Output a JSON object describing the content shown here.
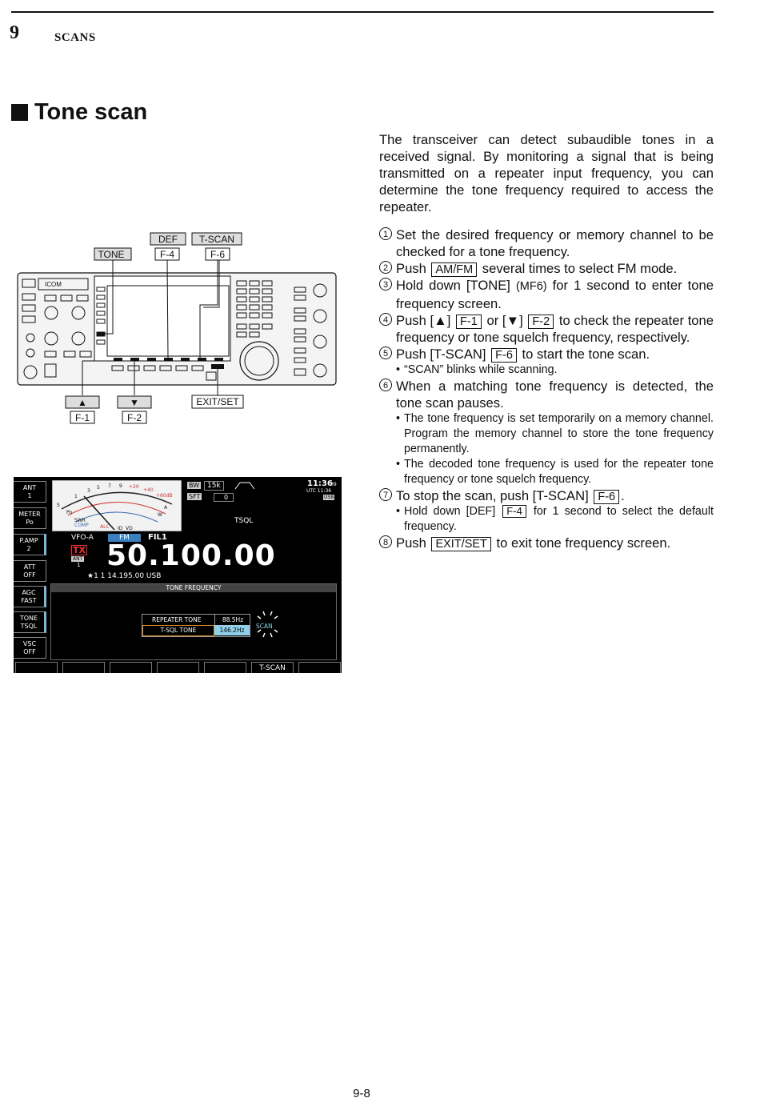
{
  "header": {
    "chapter_number": "9",
    "chapter_title": "SCANS"
  },
  "section": {
    "title": "Tone scan"
  },
  "intro": "The transceiver can detect subaudible tones in a received signal. By monitoring a signal that is being transmitted on a repeater input frequency, you can determine the tone frequency required to access the repeater.",
  "steps": {
    "s1": {
      "num": "1",
      "text": "Set the desired frequency or memory channel to be checked for a tone frequency."
    },
    "s2": {
      "num": "2",
      "a": "Push",
      "key": "AM/FM",
      "b": "several times to select FM mode."
    },
    "s3": {
      "num": "3",
      "a": "Hold down [TONE]",
      "small": "(MF6)",
      "b": "for 1 second to enter tone frequency screen."
    },
    "s4": {
      "num": "4",
      "a": "Push [▲]",
      "key1": "F-1",
      "mid": "or [▼]",
      "key2": "F-2",
      "b": "to check the repeater tone frequency or tone squelch frequency, respectively."
    },
    "s5": {
      "num": "5",
      "a": "Push [T-SCAN]",
      "key": "F-6",
      "b": "to start the tone scan."
    },
    "s5_note": "“SCAN” blinks while scanning.",
    "s6": {
      "num": "6",
      "text": "When a matching tone frequency is detected, the tone scan pauses."
    },
    "s6_note1": "The tone frequency is set temporarily on a memory channel. Program the memory channel to store the tone frequency permanently.",
    "s6_note2": "The decoded tone frequency is used for the repeater tone frequency or tone squelch frequency.",
    "s7": {
      "num": "7",
      "a": "To stop the scan, push [T-SCAN]",
      "key": "F-6",
      "b": "."
    },
    "s7_note": {
      "a": "Hold down [DEF]",
      "key": "F-4",
      "b": "for 1 second to select the default frequency."
    },
    "s8": {
      "num": "8",
      "a": "Push",
      "key": "EXIT/SET",
      "b": "to exit tone frequency screen."
    }
  },
  "diagram": {
    "callouts": {
      "def": "DEF",
      "f4": "F-4",
      "tscan": "T-SCAN",
      "f6": "F-6",
      "tone": "TONE",
      "up": "▲",
      "f1": "F-1",
      "down": "▼",
      "f2": "F-2",
      "exitset": "EXIT/SET"
    },
    "brand": "ICOM"
  },
  "lcd": {
    "side": [
      {
        "l1": "ANT",
        "l2": "1"
      },
      {
        "l1": "METER",
        "l2": "Po"
      },
      {
        "l1": "P.AMP",
        "l2": "2"
      },
      {
        "l1": "ATT",
        "l2": "OFF"
      },
      {
        "l1": "AGC",
        "l2": "FAST"
      },
      {
        "l1": "TONE",
        "l2": "TSQL"
      },
      {
        "l1": "VSC",
        "l2": "OFF"
      }
    ],
    "bw_label": "BW",
    "bw_value": "15k",
    "sft_label": "SFT",
    "sft_value": "0",
    "clock": "11:36",
    "clock_sec": "09",
    "utc": "UTC 11:36",
    "usb_badge": "USB",
    "tsql": "TSQL",
    "vfo": "VFO-A",
    "mode": "FM",
    "fil": "FIL1",
    "tx": "TX",
    "ant_label": "ANT",
    "ant_num": "1",
    "frequency": "50.100.00",
    "sub_line": "★1   1   14.195.00   USB",
    "panel_title": "TONE FREQUENCY",
    "rows": [
      {
        "name": "REPEATER TONE",
        "value": "88.5Hz"
      },
      {
        "name": "T-SQL TONE",
        "value": "146.2Hz"
      }
    ],
    "scan": "SCAN",
    "fkeys": [
      "",
      "",
      "",
      "",
      "",
      "T-SCAN",
      ""
    ],
    "meter": {
      "s": "S",
      "ticks": [
        "1",
        "3",
        "5",
        "7",
        "9",
        "+20",
        "+40",
        "+60dB"
      ],
      "po": "Po",
      "swr": "SWR",
      "comp": "COMP",
      "alc": "ALC",
      "id": "ID",
      "vd": "VD",
      "w": "W",
      "a": "A"
    }
  },
  "footer": {
    "page": "9-8"
  }
}
